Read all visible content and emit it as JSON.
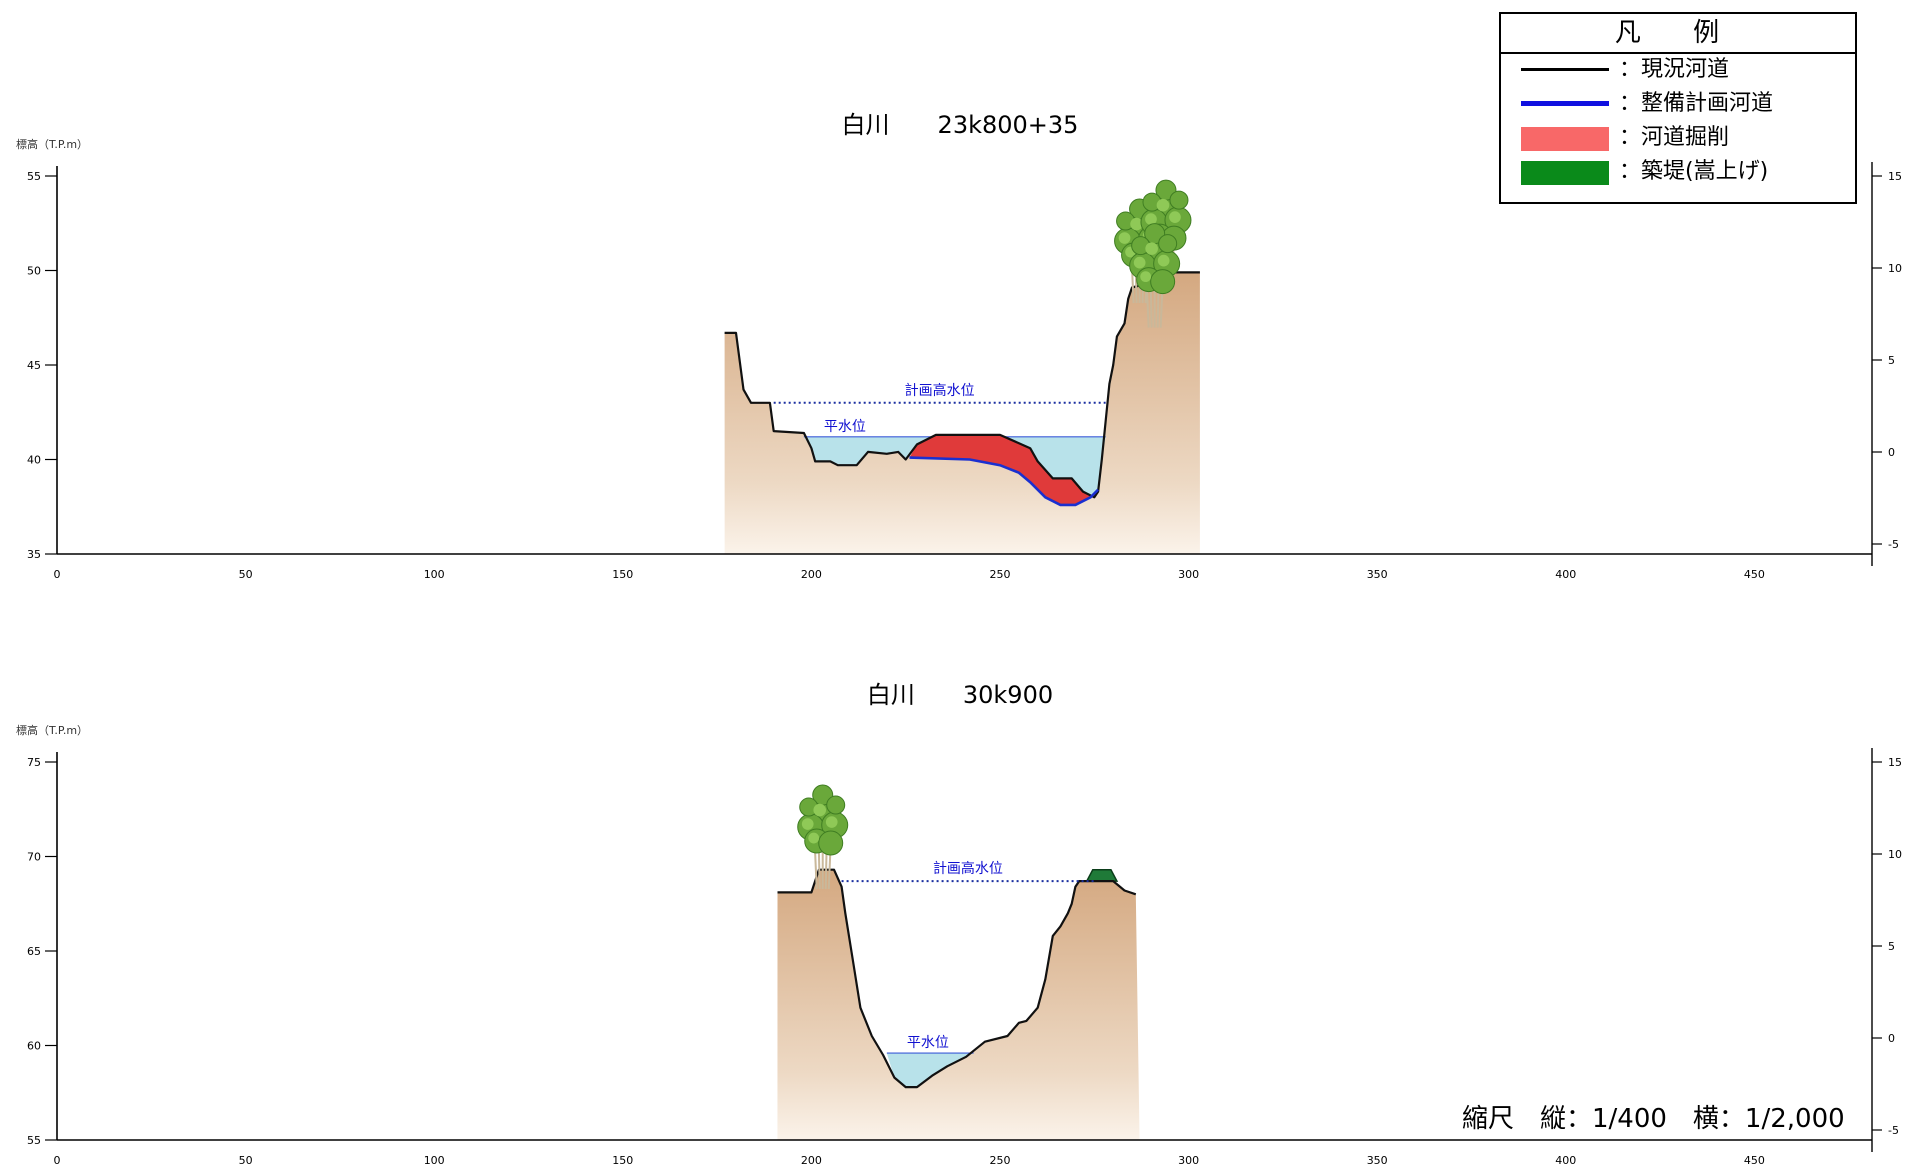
{
  "legend": {
    "title": "凡 例",
    "items": [
      {
        "label": "：現況河道",
        "color": "#000000",
        "kind": "line"
      },
      {
        "label": "：整備計画河道",
        "color": "#1010e0",
        "kind": "line"
      },
      {
        "label": "：河道掘削",
        "color": "#f86868",
        "kind": "box"
      },
      {
        "label": "：築堤(嵩上げ)",
        "color": "#0a8a1a",
        "kind": "box"
      }
    ]
  },
  "scale_note": "縮尺　縦：1/400　横：1/2,000",
  "colors": {
    "ground": "#dcb48e",
    "water": "#b8e2ea",
    "excavation": "#e03a3a",
    "embankment": "#1f7a38",
    "plan_line": "#1a2fd0",
    "label_blue": "#1010d0"
  },
  "sections": [
    {
      "title": "白川　　23k800+35",
      "ylabel": "標高（T.P.m）",
      "ylim": [
        35,
        55
      ],
      "yticks": [
        35,
        40,
        45,
        50,
        55
      ],
      "right_ticks": [
        -5,
        0,
        5,
        10,
        15
      ],
      "xlim": [
        0,
        480
      ],
      "xticks": [
        0,
        50,
        100,
        150,
        200,
        250,
        300,
        350,
        400,
        450
      ],
      "high_water_label": "計画高水位",
      "high_water_level": 43.0,
      "high_water_x": [
        190,
        278
      ],
      "normal_water_label": "平水位",
      "normal_water_level": 41.2,
      "normal_water_x": [
        198,
        278
      ],
      "ground_x": [
        177,
        303
      ],
      "existing_profile": [
        [
          177,
          46.7
        ],
        [
          180,
          46.7
        ],
        [
          182,
          43.7
        ],
        [
          184,
          43.0
        ],
        [
          189,
          43.0
        ],
        [
          190,
          41.5
        ],
        [
          198,
          41.4
        ],
        [
          200,
          40.6
        ],
        [
          201,
          39.9
        ],
        [
          205,
          39.9
        ],
        [
          207,
          39.7
        ],
        [
          212,
          39.7
        ],
        [
          215,
          40.4
        ],
        [
          220,
          40.3
        ],
        [
          223,
          40.4
        ],
        [
          225,
          40.0
        ],
        [
          228,
          40.8
        ],
        [
          233,
          41.3
        ],
        [
          250,
          41.3
        ],
        [
          258,
          40.6
        ],
        [
          260,
          39.9
        ],
        [
          264,
          39.0
        ],
        [
          269,
          39.0
        ],
        [
          272,
          38.3
        ],
        [
          275,
          38.0
        ],
        [
          276,
          38.3
        ],
        [
          277,
          40.0
        ],
        [
          278,
          42.0
        ],
        [
          279,
          44.0
        ],
        [
          280,
          45.0
        ],
        [
          281,
          46.5
        ],
        [
          283,
          47.2
        ],
        [
          284,
          48.5
        ],
        [
          285,
          49.1
        ],
        [
          287,
          49.2
        ],
        [
          288,
          49.9
        ],
        [
          303,
          49.9
        ]
      ],
      "plan_profile": [
        [
          226,
          40.1
        ],
        [
          242,
          40.0
        ],
        [
          250,
          39.7
        ],
        [
          255,
          39.3
        ],
        [
          258,
          38.8
        ],
        [
          262,
          38.0
        ],
        [
          266,
          37.6
        ],
        [
          270,
          37.6
        ],
        [
          274,
          38.0
        ],
        [
          276,
          38.4
        ]
      ],
      "trees": [
        [
          287,
          50.5
        ],
        [
          294,
          51.5
        ],
        [
          291,
          49.2
        ]
      ],
      "embankment": null
    },
    {
      "title": "白川　　30k900",
      "ylabel": "標高（T.P.m）",
      "ylim": [
        55,
        75
      ],
      "yticks": [
        55,
        60,
        65,
        70,
        75
      ],
      "right_ticks": [
        -5,
        0,
        5,
        10,
        15
      ],
      "xlim": [
        0,
        480
      ],
      "xticks": [
        0,
        50,
        100,
        150,
        200,
        250,
        300,
        350,
        400,
        450
      ],
      "high_water_label": "計画高水位",
      "high_water_level": 68.7,
      "high_water_x": [
        208,
        275
      ],
      "normal_water_label": "平水位",
      "normal_water_level": 59.6,
      "normal_water_x": [
        220,
        243
      ],
      "ground_x": [
        191,
        287
      ],
      "existing_profile": [
        [
          191,
          68.1
        ],
        [
          200,
          68.1
        ],
        [
          202,
          69.3
        ],
        [
          206,
          69.3
        ],
        [
          208,
          68.4
        ],
        [
          209,
          67.0
        ],
        [
          211,
          64.5
        ],
        [
          213,
          62.0
        ],
        [
          216,
          60.5
        ],
        [
          219,
          59.5
        ],
        [
          222,
          58.3
        ],
        [
          225,
          57.8
        ],
        [
          228,
          57.8
        ],
        [
          232,
          58.4
        ],
        [
          236,
          58.9
        ],
        [
          241,
          59.4
        ],
        [
          246,
          60.2
        ],
        [
          252,
          60.5
        ],
        [
          255,
          61.2
        ],
        [
          257,
          61.3
        ],
        [
          260,
          62.0
        ],
        [
          262,
          63.5
        ],
        [
          264,
          65.8
        ],
        [
          266,
          66.3
        ],
        [
          268,
          67.0
        ],
        [
          269,
          67.5
        ],
        [
          270,
          68.4
        ],
        [
          271,
          68.7
        ],
        [
          280,
          68.7
        ],
        [
          283,
          68.2
        ],
        [
          286,
          68.0
        ]
      ],
      "plan_profile": [],
      "trees": [
        [
          203,
          70.5
        ]
      ],
      "embankment": {
        "x": [
          273,
          281
        ],
        "top": 69.3,
        "base": 68.7
      }
    }
  ]
}
